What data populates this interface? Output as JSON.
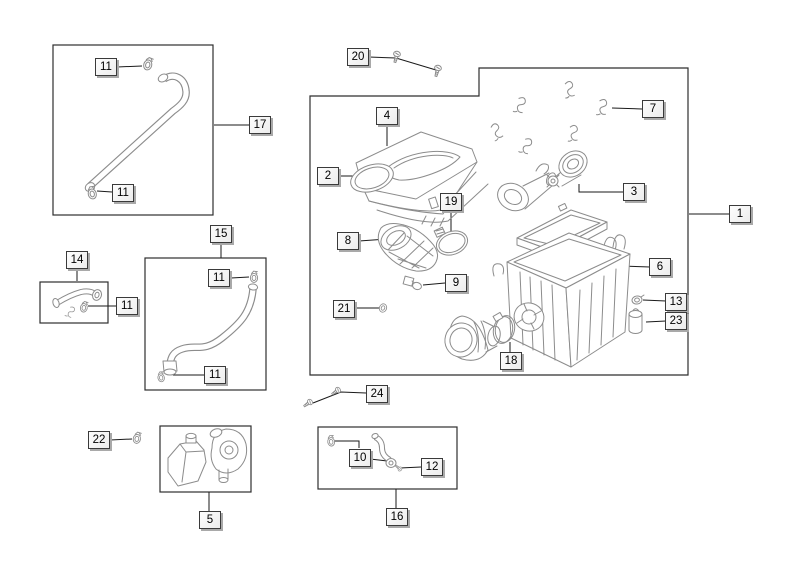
{
  "colors": {
    "background": "#ffffff",
    "linework": "#8c8c8c",
    "box_outline": "#2e2e2e",
    "leader": "#1a1a1a",
    "label_bg": "#f4f4f4",
    "label_shadow": "#a9a9a9",
    "label_border": "#3a3a3a",
    "label_text": "#000000"
  },
  "callouts": {
    "n1": {
      "text": "1"
    },
    "n2": {
      "text": "2"
    },
    "n3": {
      "text": "3"
    },
    "n4": {
      "text": "4"
    },
    "n5": {
      "text": "5"
    },
    "n6": {
      "text": "6"
    },
    "n7": {
      "text": "7"
    },
    "n8": {
      "text": "8"
    },
    "n9": {
      "text": "9"
    },
    "n10": {
      "text": "10"
    },
    "n11a": {
      "text": "11"
    },
    "n11b": {
      "text": "11"
    },
    "n11c": {
      "text": "11"
    },
    "n11d": {
      "text": "11"
    },
    "n11e": {
      "text": "11"
    },
    "n12": {
      "text": "12"
    },
    "n13": {
      "text": "13"
    },
    "n14": {
      "text": "14"
    },
    "n15": {
      "text": "15"
    },
    "n16": {
      "text": "16"
    },
    "n17": {
      "text": "17"
    },
    "n18": {
      "text": "18"
    },
    "n19": {
      "text": "19"
    },
    "n20": {
      "text": "20"
    },
    "n21": {
      "text": "21"
    },
    "n22": {
      "text": "22"
    },
    "n23": {
      "text": "23"
    },
    "n24": {
      "text": "24"
    }
  }
}
